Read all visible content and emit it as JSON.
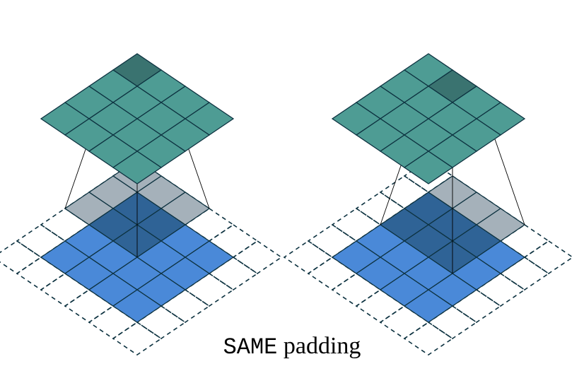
{
  "caption": {
    "code_text": "SAME",
    "text": "padding"
  },
  "diagram": {
    "input_size": 4,
    "padded_size": 6,
    "kernel_size": 3,
    "output_size": 4,
    "panels": [
      {
        "name": "left-panel",
        "kernel_row": 0,
        "kernel_col": 0,
        "output_row": 0,
        "output_col": 0
      },
      {
        "name": "right-panel",
        "kernel_row": 0,
        "kernel_col": 1,
        "output_row": 0,
        "output_col": 1
      }
    ],
    "colors": {
      "input": "#4a89d8",
      "input_under_kernel": "#2f6396",
      "kernel_on_padding": "#a5b1ba",
      "output": "#4e9c94",
      "output_active": "#3a7370",
      "grid_line": "#0d3240",
      "projection_line": "#000000"
    }
  }
}
